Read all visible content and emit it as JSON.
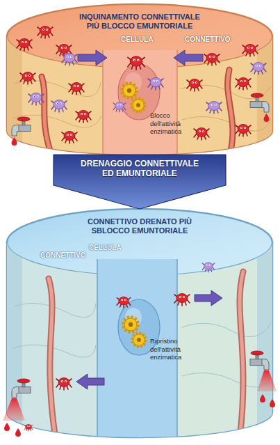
{
  "diagram": {
    "nodes": [
      {
        "text": [
          "INQUINAMENTO CONNETTIVALE PIÙ BLOCCO EMUNTORIALE"
        ]
      },
      {
        "text": [
          "CONNETTIVO DRENATO PIÙ SBLOCCO EMUNTORIALE"
        ]
      }
    ],
    "edges": [
      {
        "from": 0,
        "to": 1,
        "label": "DRENAGGIO CONNETTIVALE ED EMUNTORIALE",
        "arrow": "to"
      }
    ],
    "labels": [
      "CELLULA",
      "CONNETTIVO",
      "Blocco dell'attività enzimatica",
      "CONNETTIVO",
      "CELLULA",
      "Ripristino dell'attività enzimatica"
    ]
  }
}
